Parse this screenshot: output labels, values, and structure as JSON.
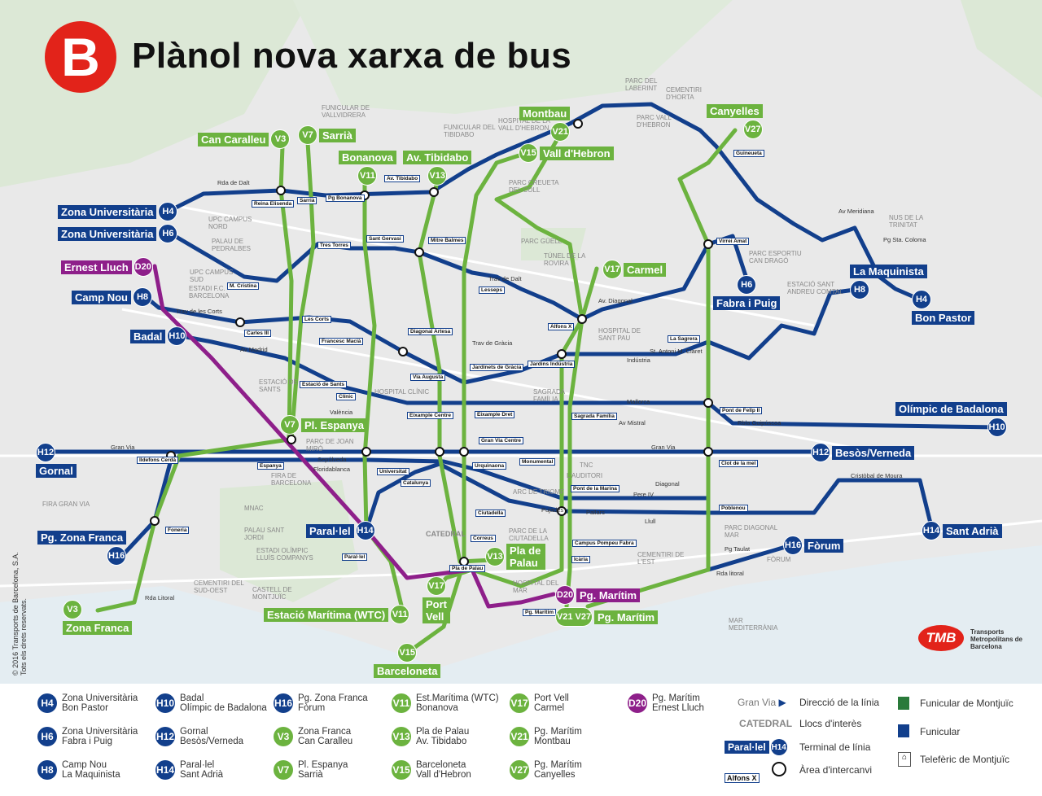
{
  "header": {
    "title": "Plànol nova xarxa de bus",
    "logo": "B"
  },
  "colors": {
    "horizontal": "#123f8c",
    "vertical": "#6cb33f",
    "diagonal": "#8e1f8a",
    "brand": "#e2231a"
  },
  "terminals": [
    {
      "label": "Can Caralleu",
      "line": "V3",
      "color": "g"
    },
    {
      "label": "Sarrià",
      "line": "V7",
      "color": "g"
    },
    {
      "label": "Bonanova",
      "line": "V11",
      "color": "g"
    },
    {
      "label": "Av. Tibidabo",
      "line": "V13",
      "color": "g"
    },
    {
      "label": "Montbau",
      "line": "V21",
      "color": "g"
    },
    {
      "label": "Vall d'Hebron",
      "line": "V15",
      "color": "g"
    },
    {
      "label": "Canyelles",
      "line": "V27",
      "color": "g"
    },
    {
      "label": "Zona Universitària",
      "line": "H4",
      "color": "b"
    },
    {
      "label": "Zona Universitària",
      "line": "H6",
      "color": "b"
    },
    {
      "label": "Ernest Lluch",
      "line": "D20",
      "color": "p"
    },
    {
      "label": "Camp Nou",
      "line": "H8",
      "color": "b"
    },
    {
      "label": "Badal",
      "line": "H10",
      "color": "b"
    },
    {
      "label": "Carmel",
      "line": "V17",
      "color": "g"
    },
    {
      "label": "Fabra i Puig",
      "line": "H6",
      "color": "b"
    },
    {
      "label": "La Maquinista",
      "line": "H8",
      "color": "b"
    },
    {
      "label": "Bon Pastor",
      "line": "H4",
      "color": "b"
    },
    {
      "label": "Olímpic de Badalona",
      "line": "H10",
      "color": "b"
    },
    {
      "label": "Gornal",
      "line": "H12",
      "color": "b"
    },
    {
      "label": "Besòs/Verneda",
      "line": "H12",
      "color": "b"
    },
    {
      "label": "Pl. Espanya",
      "line": "V7",
      "color": "g"
    },
    {
      "label": "Pg. Zona Franca",
      "line": "H16",
      "color": "b"
    },
    {
      "label": "Paral·lel",
      "line": "H14",
      "color": "b"
    },
    {
      "label": "Pla de Palau",
      "line": "V13",
      "color": "g"
    },
    {
      "label": "Fòrum",
      "line": "H16",
      "color": "b"
    },
    {
      "label": "Sant Adrià",
      "line": "H14",
      "color": "b"
    },
    {
      "label": "Pg. Marítim",
      "line": "D20",
      "color": "p"
    },
    {
      "label": "Pg. Marítim",
      "line": "V21 V27",
      "color": "g"
    },
    {
      "label": "Estació Marítima (WTC)",
      "line": "V11",
      "color": "g"
    },
    {
      "label": "Port Vell",
      "line": "V17",
      "color": "g"
    },
    {
      "label": "Zona Franca",
      "line": "V3",
      "color": "g"
    },
    {
      "label": "Barceloneta",
      "line": "V15",
      "color": "g"
    }
  ],
  "places": [
    "Parc del Laberint",
    "Cementiri d'Horta",
    "Funicular de Vallvidrera",
    "Funicular del Tibidabo",
    "Hospital de la Vall d'Hebron",
    "Parc Vall d'Hebron",
    "Parc Creueta del Coll",
    "Parc Güell",
    "Túnel de la Rovira",
    "UPC Campus Nord",
    "Palau de Pedralbes",
    "UPC Campus Sud",
    "Estadi F.C. Barcelona",
    "Parc Esportiu Can Dragó",
    "Estació Sant Andreu Comtal",
    "Nus de la Trinitat",
    "Hospital de Sant Pau",
    "Sagrada Família",
    "Hospital Clínic",
    "Estació de Sants",
    "Parc de Joan Miró",
    "Fira de Barcelona",
    "Fira Gran Via",
    "MNAC",
    "Palau Sant Jordi",
    "Estadi Olímpic Lluís Companys",
    "Cementiri del Sud-Oest",
    "Castell de Montjuïc",
    "Catedral",
    "Parc de la Ciutadella",
    "Arc de Triomf",
    "TNC",
    "L'Auditori",
    "Cementiri de l'Est",
    "Parc Diagonal Mar",
    "Fòrum",
    "Hospital del Mar",
    "Mar Mediterrània"
  ],
  "streets": [
    "Gran Via",
    "Gran Via",
    "Diagonal",
    "Av. Diagonal",
    "Trav de les Corts",
    "Trav de Gràcia",
    "Trav de Dalt",
    "Rda de Dalt",
    "Rda Litoral",
    "Sepúlveda",
    "Floridablanca",
    "València",
    "Mallorca",
    "Rbla Guipúscoa",
    "Pujades",
    "Pallars",
    "Llull",
    "Pere IV",
    "Pg Taulat",
    "Rda litoral",
    "Cristòbal de Moura",
    "Av Meridiana",
    "Pg Sta. Coloma",
    "Av Madrid",
    "Av Mistral",
    "Indústria",
    "St. Antoni M. Claret"
  ],
  "stations": [
    "Av. Tibidabo",
    "Sarrià",
    "Pg Bonanova",
    "Reina Elisenda",
    "Tres Torres",
    "Sant Gervasi",
    "Mitre Balmes",
    "Lesseps",
    "Alfons X",
    "Virrei Amat",
    "M. Cristina",
    "Les Corts",
    "Carles III",
    "Francesc Macià",
    "Diagonal Artesa",
    "Via Augusta",
    "Jardinets de Gràcia",
    "Jardins Indústria",
    "La Sagrera",
    "Estació de Sants",
    "Clínic",
    "Eixample Centre",
    "Eixample Dret",
    "Sagrada Família",
    "Pont de Fellp II",
    "Gran Via Centre",
    "Monumental",
    "Clot de la mel",
    "Espanya",
    "Urquinaona",
    "Universitat",
    "Catalunya",
    "Ciutadella",
    "Pont de la Marina",
    "Poblenou",
    "Correus",
    "Paral·lel",
    "Pla de Palau",
    "Campus Pompeu Fabra",
    "Icària",
    "Pg. Marítim",
    "Foneria",
    "Ildefons Cerdà",
    "Guineueta"
  ],
  "copyright": "© 2016 Transports de Barcelona, S.A. Tots els drets reservats.",
  "tmb": {
    "logo": "TMB",
    "name": "Transports Metropolitans de Barcelona"
  },
  "legend": {
    "lines": [
      {
        "id": "H4",
        "from": "Zona Universitària",
        "to": "Bon Pastor",
        "color": "#123f8c"
      },
      {
        "id": "H6",
        "from": "Zona Universitària",
        "to": "Fabra i Puig",
        "color": "#123f8c"
      },
      {
        "id": "H8",
        "from": "Camp Nou",
        "to": "La Maquinista",
        "color": "#123f8c"
      },
      {
        "id": "H10",
        "from": "Badal",
        "to": "Olímpic de Badalona",
        "color": "#123f8c"
      },
      {
        "id": "H12",
        "from": "Gornal",
        "to": "Besòs/Verneda",
        "color": "#123f8c"
      },
      {
        "id": "H14",
        "from": "Paral·lel",
        "to": "Sant Adrià",
        "color": "#123f8c"
      },
      {
        "id": "H16",
        "from": "Pg. Zona Franca",
        "to": "Fòrum",
        "color": "#123f8c"
      },
      {
        "id": "V3",
        "from": "Zona Franca",
        "to": "Can Caralleu",
        "color": "#6cb33f"
      },
      {
        "id": "V7",
        "from": "Pl. Espanya",
        "to": "Sarrià",
        "color": "#6cb33f"
      },
      {
        "id": "V11",
        "from": "Est.Marítima (WTC)",
        "to": "Bonanova",
        "color": "#6cb33f"
      },
      {
        "id": "V13",
        "from": "Pla de Palau",
        "to": "Av. Tibidabo",
        "color": "#6cb33f"
      },
      {
        "id": "V15",
        "from": "Barceloneta",
        "to": "Vall d'Hebron",
        "color": "#6cb33f"
      },
      {
        "id": "V17",
        "from": "Port Vell",
        "to": "Carmel",
        "color": "#6cb33f"
      },
      {
        "id": "V21",
        "from": "Pg. Marítim",
        "to": "Montbau",
        "color": "#6cb33f"
      },
      {
        "id": "V27",
        "from": "Pg. Marítim",
        "to": "Canyelles",
        "color": "#6cb33f"
      },
      {
        "id": "D20",
        "from": "Pg. Marítim",
        "to": "Ernest Lluch",
        "color": "#8e1f8a"
      }
    ],
    "key": {
      "direction_sample": "Gran Via",
      "direction": "Direcció de la línia",
      "poi_sample": "CATEDRAL",
      "poi": "Llocs d'interès",
      "terminal_sample": "Paral·lel",
      "terminal_line": "H14",
      "terminal": "Terminal de línia",
      "interchange_sample": "Alfons X",
      "interchange": "Àrea d'intercanvi",
      "funicular_montjuic": "Funicular de Montjuïc",
      "funicular": "Funicular",
      "teleferic": "Telefèric de Montjuïc"
    }
  }
}
